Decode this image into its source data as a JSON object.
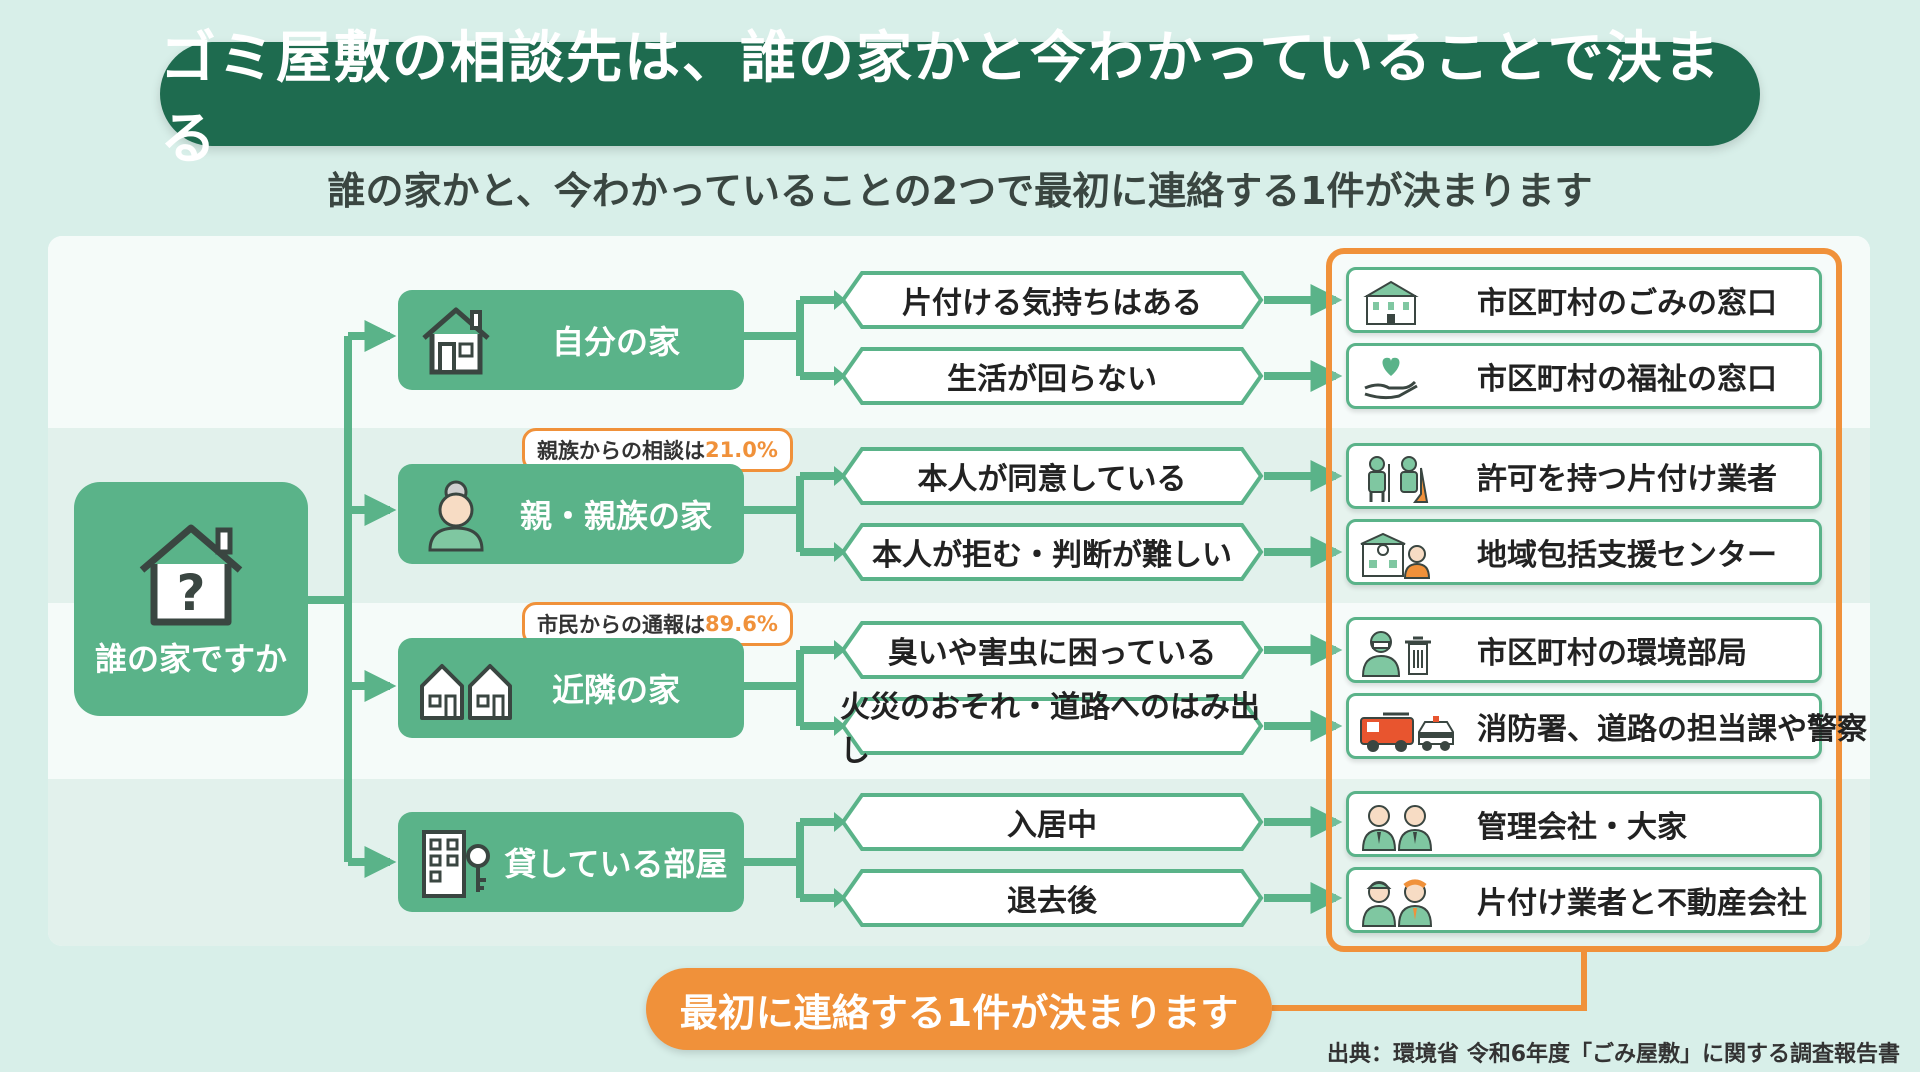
{
  "title": "ゴミ屋敷の相談先は、誰の家かと今わかっていることで決まる",
  "subtitle": "誰の家かと、今わかっていることの2つで最初に連絡する1件が決まります",
  "root": {
    "label": "誰の家ですか",
    "icon": "house-question-icon"
  },
  "categories": [
    {
      "label": "自分の家",
      "icon": "house-icon"
    },
    {
      "label": "親・親族の家",
      "icon": "elderly-woman-icon",
      "bubble_text": "親族からの相談は",
      "bubble_value": "21.0%"
    },
    {
      "label": "近隣の家",
      "icon": "neighbor-houses-icon",
      "bubble_text": "市民からの通報は",
      "bubble_value": "89.6%"
    },
    {
      "label": "貸している部屋",
      "icon": "apartment-key-icon"
    }
  ],
  "conditions": [
    "片付ける気持ちはある",
    "生活が回らない",
    "本人が同意している",
    "本人が拒む・判断が難しい",
    "臭いや害虫に困っている",
    "火災のおそれ・道路へのはみ出し",
    "入居中",
    "退去後"
  ],
  "destinations": [
    {
      "label": "市区町村のごみの窓口",
      "icon": "city-hall-icon"
    },
    {
      "label": "市区町村の福祉の窓口",
      "icon": "heart-hand-icon"
    },
    {
      "label": "許可を持つ片付け業者",
      "icon": "cleaning-workers-icon"
    },
    {
      "label": "地域包括支援センター",
      "icon": "care-center-icon"
    },
    {
      "label": "市区町村の環境部局",
      "icon": "environment-worker-icon"
    },
    {
      "label": "消防署、道路の担当課や警察",
      "icon": "fire-police-vehicles-icon"
    },
    {
      "label": "管理会社・大家",
      "icon": "managers-icon"
    },
    {
      "label": "片付け業者と不動産会社",
      "icon": "worker-realtor-icon"
    }
  ],
  "bottom_label": "最初に連絡する1件が決まります",
  "source": "出典：環境省 令和6年度「ごみ屋敷」に関する調査報告書",
  "colors": {
    "dark_green": "#1e6b4f",
    "green": "#5ab389",
    "orange": "#f0913a",
    "background": "#d8efe9"
  }
}
